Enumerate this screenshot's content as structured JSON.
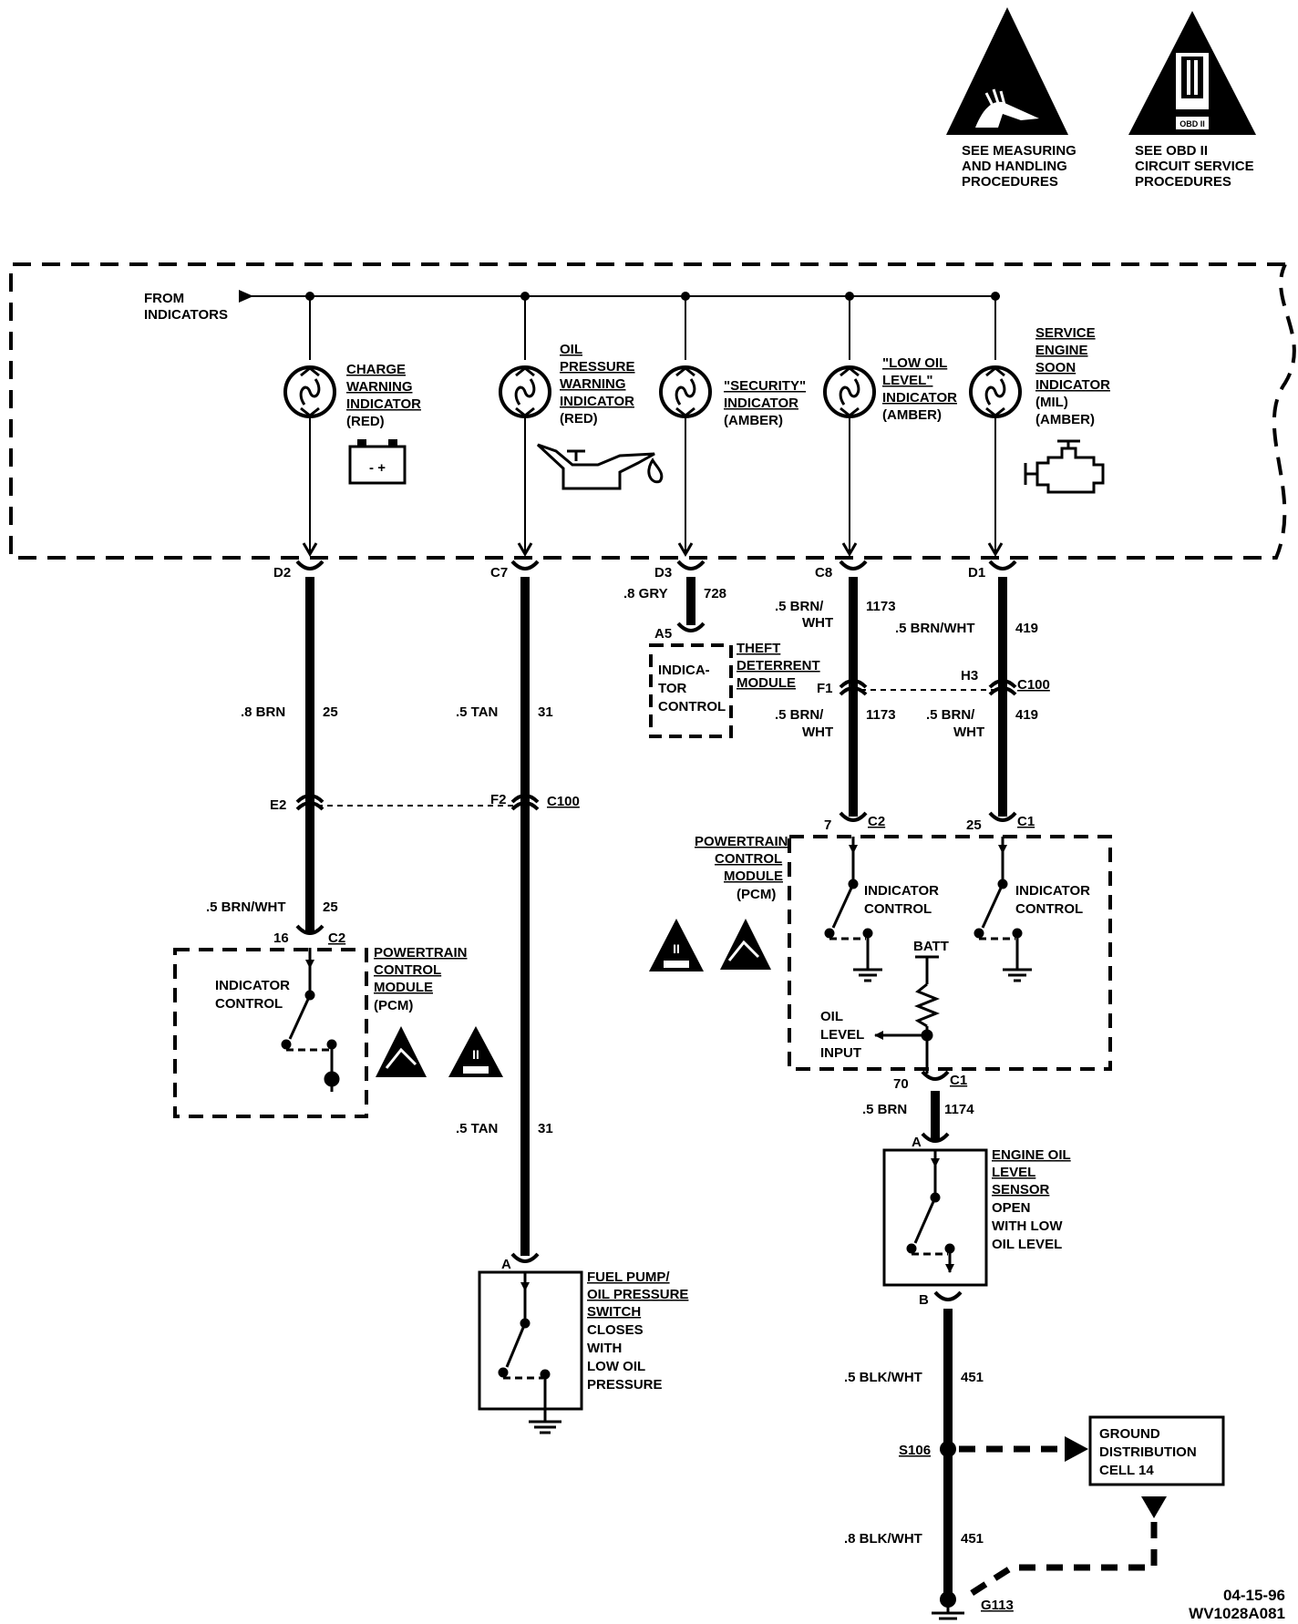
{
  "warnings": {
    "esd": [
      "SEE MEASURING",
      "AND HANDLING",
      "PROCEDURES"
    ],
    "obd": [
      "SEE OBD II",
      "CIRCUIT SERVICE",
      "PROCEDURES"
    ],
    "obd_badge": "OBD II",
    "obd_roman": "II"
  },
  "cluster": {
    "source": [
      "FROM",
      "INDICATORS"
    ],
    "indicators": [
      {
        "lines": [
          "CHARGE",
          "WARNING",
          "INDICATOR",
          "(RED)"
        ],
        "underlined": 3
      },
      {
        "lines": [
          "OIL",
          "PRESSURE",
          "WARNING",
          "INDICATOR",
          "(RED)"
        ],
        "underlined": 4
      },
      {
        "lines": [
          "\"SECURITY\"",
          "INDICATOR",
          "(AMBER)"
        ],
        "underlined": 2
      },
      {
        "lines": [
          "\"LOW OIL",
          "LEVEL\"",
          "INDICATOR",
          "(AMBER)"
        ],
        "underlined": 3
      },
      {
        "lines": [
          "SERVICE",
          "ENGINE",
          "SOON",
          "INDICATOR",
          "(MIL)",
          "(AMBER)"
        ],
        "underlined": 4
      }
    ],
    "battery_signs": "-  +"
  },
  "pins": {
    "d2": "D2",
    "c7": "C7",
    "d3": "D3",
    "c8": "C8",
    "d1": "D1",
    "e2": "E2",
    "f2": "F2",
    "f1": "F1",
    "h3": "H3",
    "p16": "16",
    "p7": "7",
    "p25": "25",
    "p70": "70",
    "a5": "A5",
    "a_fuel": "A",
    "a_sensor": "A",
    "b_sensor": "B"
  },
  "connectors": {
    "c100": "C100",
    "c2": "C2",
    "c1": "C1"
  },
  "wires": {
    "w25a": {
      "gauge": ".8 BRN",
      "circuit": "25"
    },
    "w25b": {
      "gauge": ".5 BRN/WHT",
      "circuit": "25"
    },
    "w31a": {
      "gauge": ".5 TAN",
      "circuit": "31"
    },
    "w31b": {
      "gauge": ".5 TAN",
      "circuit": "31"
    },
    "w728": {
      "gauge": ".8 GRY",
      "circuit": "728"
    },
    "w1173a": {
      "gauge": [
        ".5 BRN/",
        "WHT"
      ],
      "circuit": "1173"
    },
    "w1173b": {
      "gauge": [
        ".5 BRN/",
        "WHT"
      ],
      "circuit": "1173"
    },
    "w419a": {
      "gauge": ".5 BRN/WHT",
      "circuit": "419"
    },
    "w419b": {
      "gauge": [
        ".5 BRN/",
        "WHT"
      ],
      "circuit": "419"
    },
    "w1174": {
      "gauge": ".5 BRN",
      "circuit": "1174"
    },
    "w451a": {
      "gauge": ".5 BLK/WHT",
      "circuit": "451"
    },
    "w451b": {
      "gauge": ".8 BLK/WHT",
      "circuit": "451"
    }
  },
  "modules": {
    "pcm_left": {
      "name": [
        "POWERTRAIN",
        "CONTROL",
        "MODULE",
        "(PCM)"
      ],
      "control": [
        "INDICATOR",
        "CONTROL"
      ]
    },
    "theft": {
      "name": [
        "THEFT",
        "DETERRENT",
        "MODULE"
      ],
      "control": [
        "INDICA-",
        "TOR",
        "CONTROL"
      ]
    },
    "pcm_right": {
      "name": [
        "POWERTRAIN",
        "CONTROL",
        "MODULE",
        "(PCM)"
      ],
      "control1": [
        "INDICATOR",
        "CONTROL"
      ],
      "control2": [
        "INDICATOR",
        "CONTROL"
      ],
      "batt": "BATT",
      "oil_input": [
        "OIL",
        "LEVEL",
        "INPUT"
      ]
    }
  },
  "components": {
    "sensor": [
      "ENGINE OIL",
      "LEVEL",
      "SENSOR",
      "OPEN",
      "WITH LOW",
      "OIL LEVEL"
    ],
    "switch": [
      "FUEL PUMP/",
      "OIL PRESSURE",
      "SWITCH",
      "CLOSES",
      "WITH",
      "LOW OIL",
      "PRESSURE"
    ],
    "splice": "S106",
    "ground": "G113",
    "ground_dist": [
      "GROUND",
      "DISTRIBUTION",
      "CELL  14"
    ]
  },
  "footer": {
    "date": "04-15-96",
    "code": "WV1028A081"
  }
}
